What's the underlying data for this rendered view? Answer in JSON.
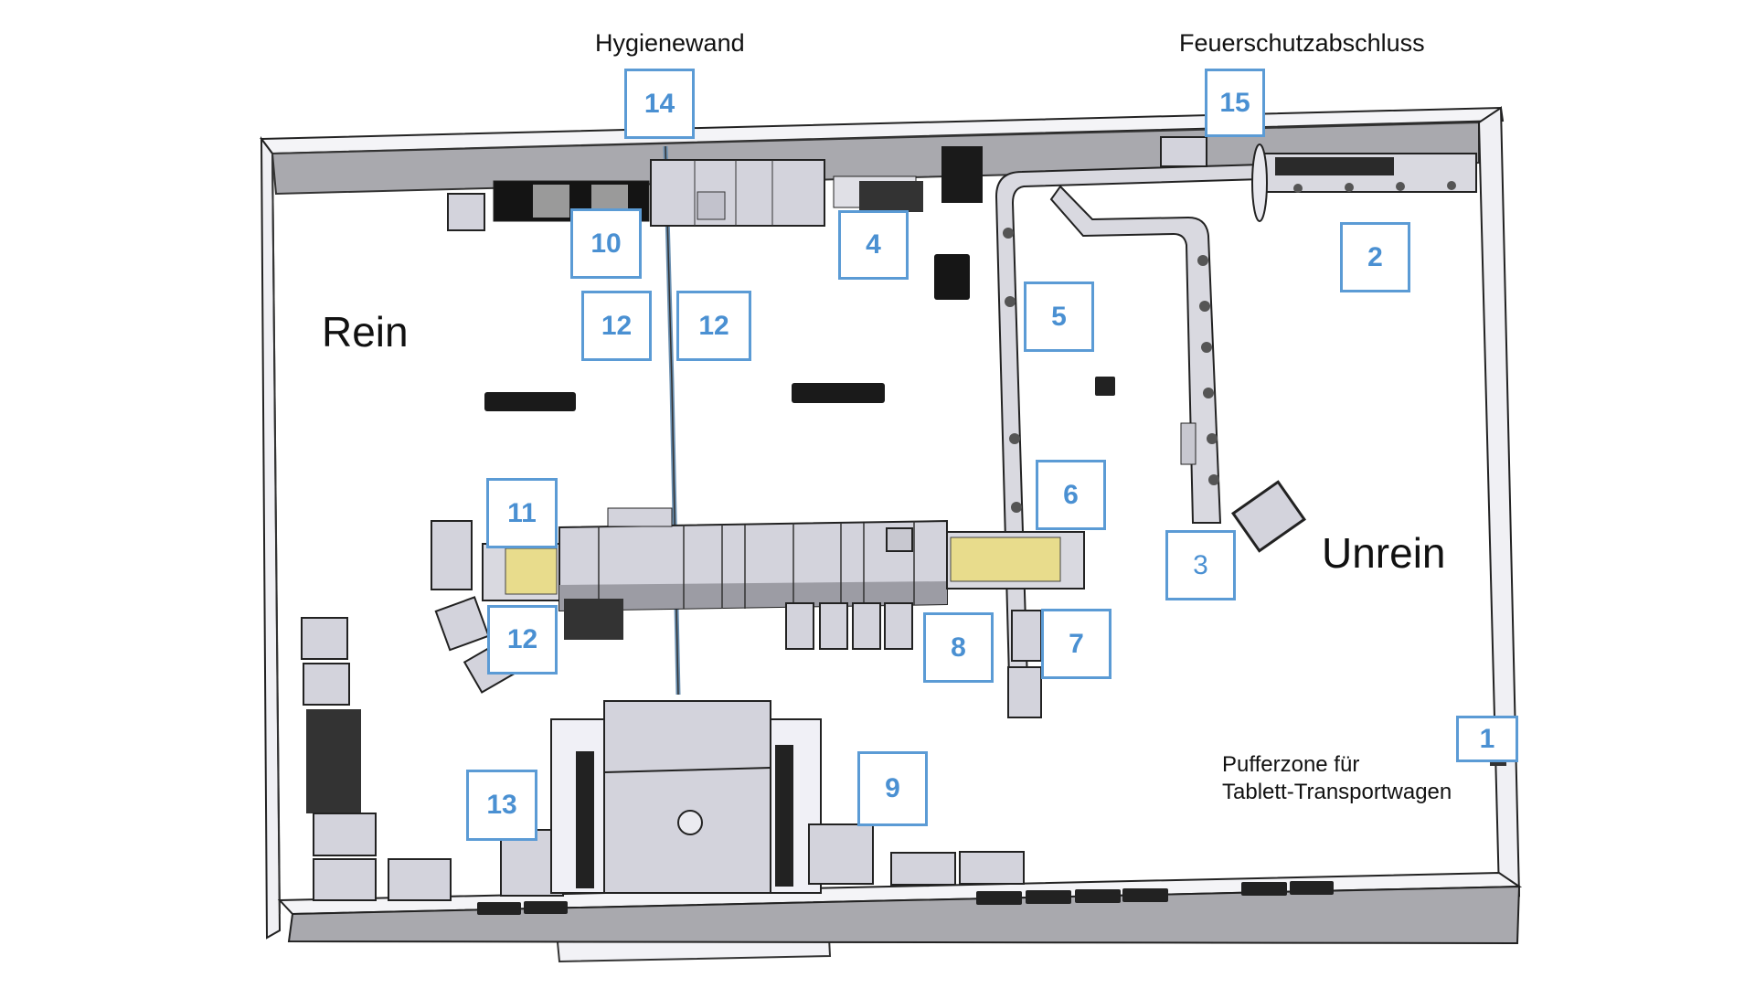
{
  "annotations": {
    "hygienewand": "Hygienewand",
    "feuerschutz": "Feuerschutzabschluss",
    "zone_clean": "Rein",
    "zone_dirty": "Unrein",
    "buffer_line1": "Pufferzone für",
    "buffer_line2": "Tablett-Transportwagen"
  },
  "callouts": [
    {
      "id": "1",
      "label": "1"
    },
    {
      "id": "2",
      "label": "2"
    },
    {
      "id": "3",
      "label": "3"
    },
    {
      "id": "4",
      "label": "4"
    },
    {
      "id": "5",
      "label": "5"
    },
    {
      "id": "6",
      "label": "6"
    },
    {
      "id": "7",
      "label": "7"
    },
    {
      "id": "8",
      "label": "8"
    },
    {
      "id": "9",
      "label": "9"
    },
    {
      "id": "10",
      "label": "10"
    },
    {
      "id": "11",
      "label": "11"
    },
    {
      "id": "12a",
      "label": "12"
    },
    {
      "id": "12b",
      "label": "12"
    },
    {
      "id": "12c",
      "label": "12"
    },
    {
      "id": "13",
      "label": "13"
    },
    {
      "id": "14",
      "label": "14"
    },
    {
      "id": "15",
      "label": "15"
    }
  ],
  "colors": {
    "callout_border": "#5b9bd5",
    "callout_text": "#4a90d2",
    "wall_gray": "#a9a9ae",
    "equipment": "#d3d3dc",
    "conveyor_highlight": "#e8dc8c"
  }
}
